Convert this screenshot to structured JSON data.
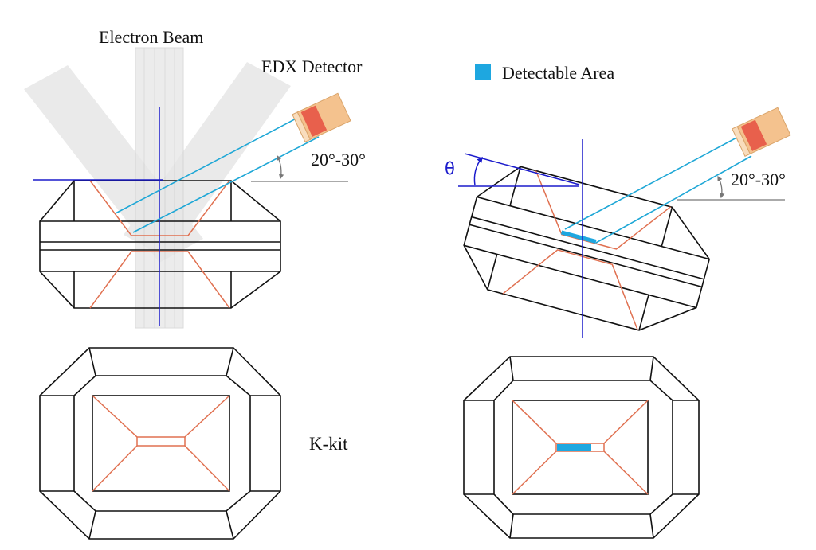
{
  "labels": {
    "electron_beam": "Electron Beam",
    "edx_detector": "EDX Detector",
    "angle_left": "20°-30°",
    "angle_right": "20°-30°",
    "theta": "θ",
    "legend": "Detectable Area",
    "kkit": "K-kit"
  },
  "colors": {
    "outline": "#111111",
    "red_line": "#e07050",
    "blue_line": "#1ea7d6",
    "axis_line": "#1c1ccc",
    "detectable_fill": "#1ea7e0",
    "beam_gray": "#d9d9d9",
    "detector_body": "#f4c28e",
    "detector_crystal": "#e8604c"
  },
  "icons": {
    "legend_swatch": "detectable-area-swatch",
    "angle_arrow": "double-arrow-arc",
    "detector": "edx-detector-icon"
  }
}
